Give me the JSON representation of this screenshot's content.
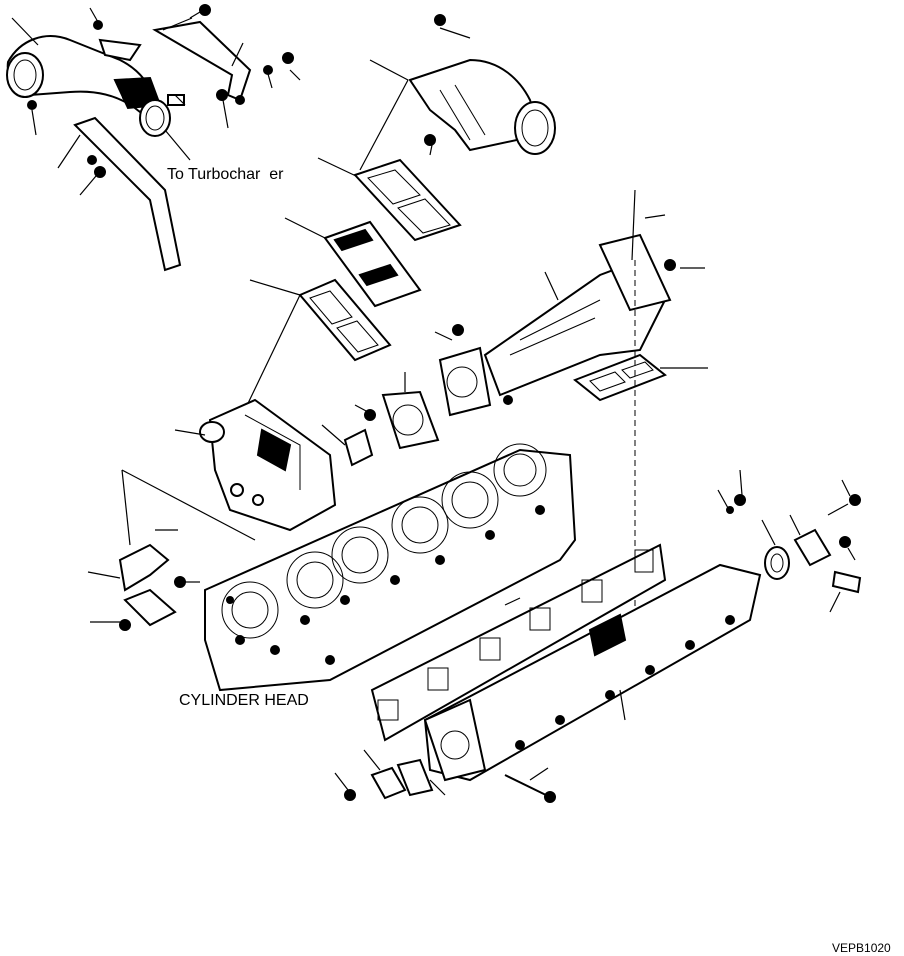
{
  "labels": {
    "turbocharger": "To Turbochar  er",
    "cylinder_head": "CYLINDER HEAD",
    "drawing_code": "VEPB1020"
  },
  "colors": {
    "line": "#000000",
    "background": "#ffffff"
  }
}
